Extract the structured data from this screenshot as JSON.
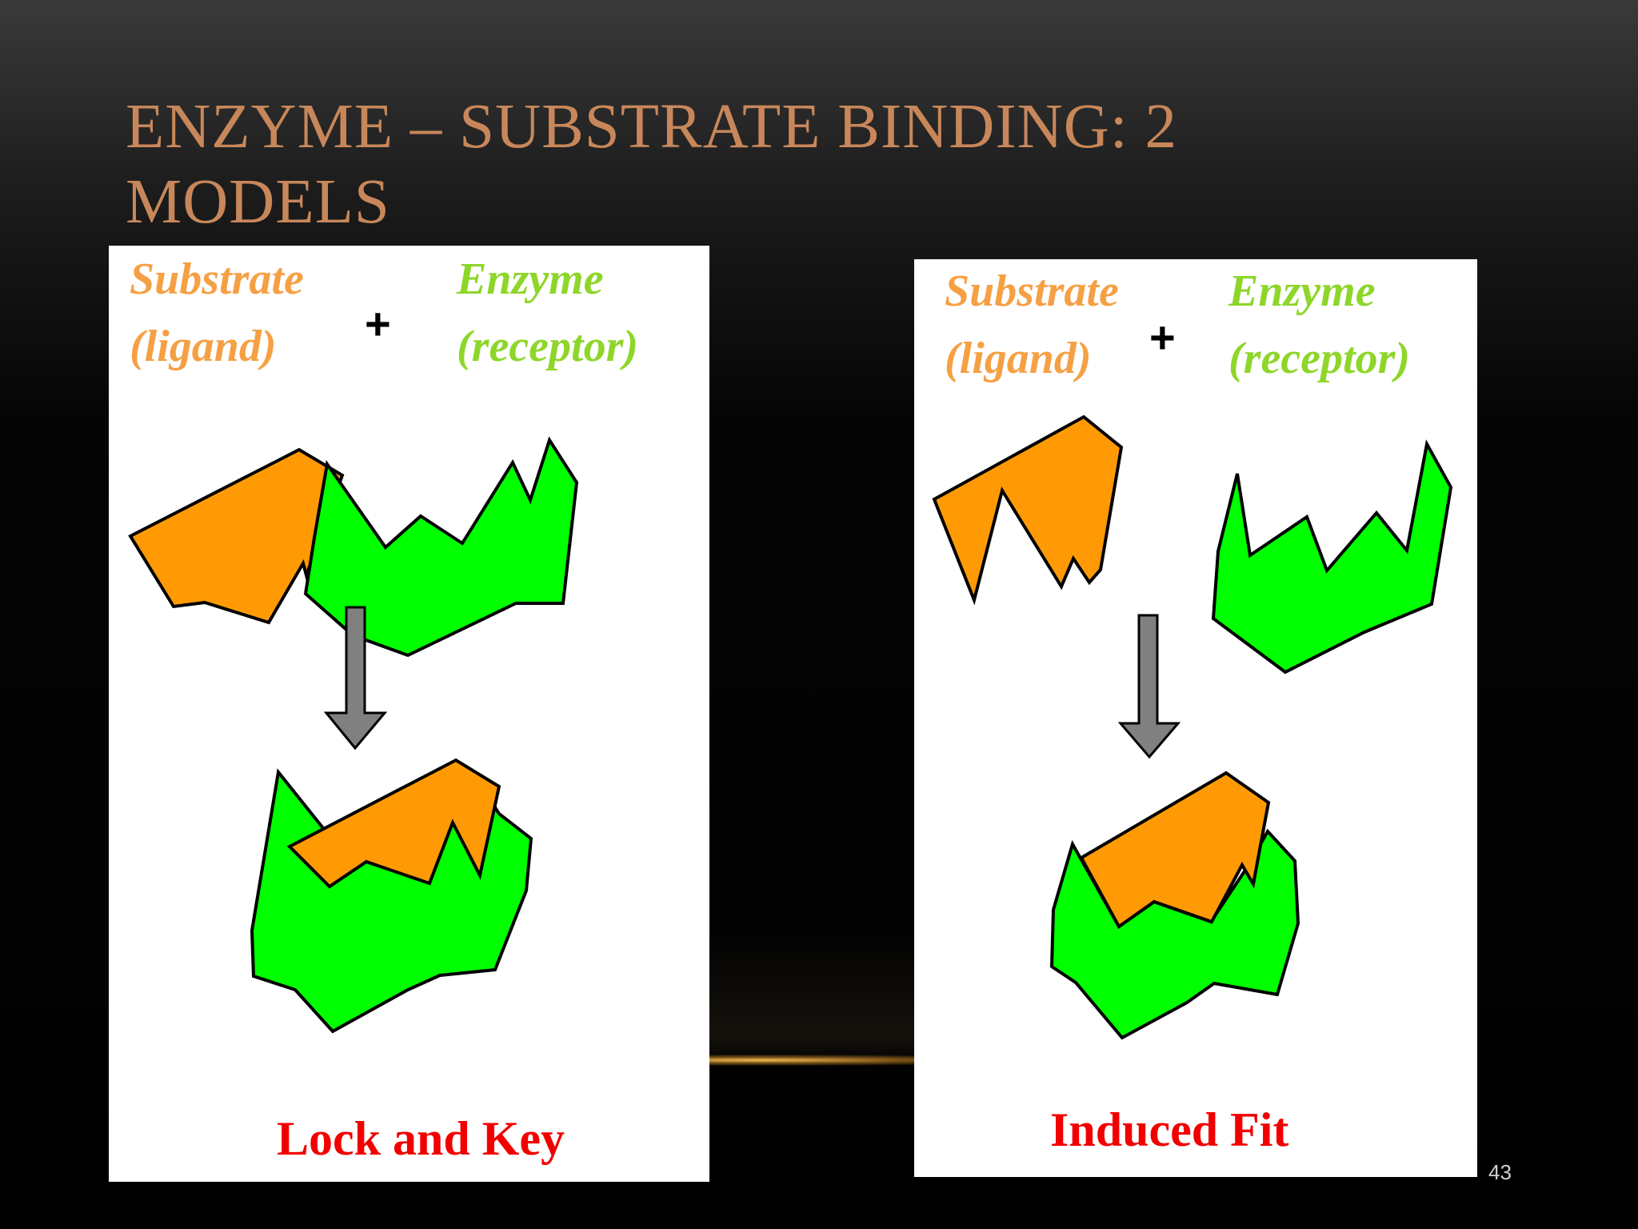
{
  "slide": {
    "title": "ENZYME – SUBSTRATE BINDING: 2 MODELS",
    "page_number": "43"
  },
  "colors": {
    "title": "#c8875a",
    "substrate": "#ff9a05",
    "enzyme": "#00ff00",
    "arrow": "#808080",
    "caption": "#f20000"
  },
  "panels": [
    {
      "substrate_label": "Substrate",
      "substrate_sublabel": "(ligand)",
      "plus": "+",
      "enzyme_label": "Enzyme",
      "enzyme_sublabel": "(receptor)",
      "caption": "Lock and Key"
    },
    {
      "substrate_label": "Substrate",
      "substrate_sublabel": "(ligand)",
      "plus": "+",
      "enzyme_label": "Enzyme",
      "enzyme_sublabel": "(receptor)",
      "caption": "Induced Fit"
    }
  ]
}
